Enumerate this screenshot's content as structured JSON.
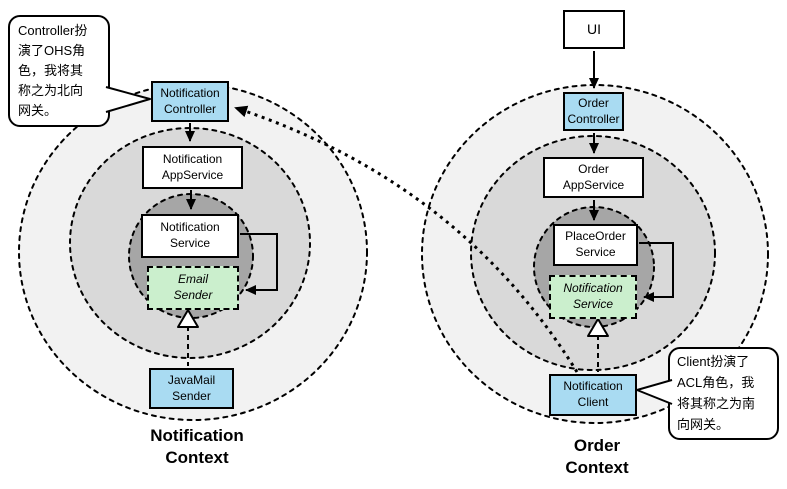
{
  "colors": {
    "accent-blue": "#A9DBF2",
    "accent-green": "#CBEFCD",
    "ring-outer": "#F2F2F2",
    "ring-middle": "#D9D9D9",
    "ring-inner": "#A6A6A6"
  },
  "left_context": {
    "title": "Notification\nContext",
    "callout": "Controller扮\n演了OHS角\n色，我将其\n称之为北向\n网关。",
    "boxes": {
      "controller": {
        "label": "Notification\nController"
      },
      "app_service": {
        "label": "Notification\nAppService"
      },
      "domain_service": {
        "label": "Notification\nService"
      },
      "email_sender": {
        "label": "Email\nSender"
      },
      "javamail_sender": {
        "label": "JavaMail\nSender"
      }
    }
  },
  "right_context": {
    "title": "Order\nContext",
    "callout": "Client扮演了\nACL角色，我\n将其称之为南\n向网关。",
    "boxes": {
      "ui": {
        "label": "UI"
      },
      "controller": {
        "label": "Order\nController"
      },
      "app_service": {
        "label": "Order\nAppService"
      },
      "place_order_service": {
        "label": "PlaceOrder\nService"
      },
      "notification_service": {
        "label": "Notification\nService"
      },
      "notification_client": {
        "label": "Notification\nClient"
      }
    }
  }
}
